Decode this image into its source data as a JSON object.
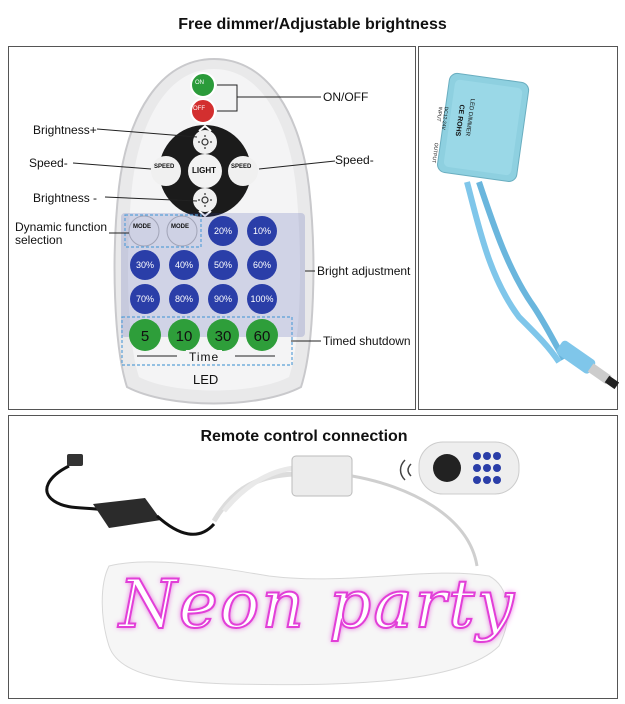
{
  "top_title": "Free dimmer/Adjustable brightness",
  "bottom_title": "Remote control connection",
  "remote": {
    "on_label": "ON",
    "off_label": "OFF",
    "light_label": "LIGHT",
    "speed_minus": "SPEED",
    "speed_plus": "SPEED",
    "mode_minus": "MODE",
    "mode_plus": "MODE",
    "brand": "LED",
    "time_label": "Time",
    "percent_buttons": [
      "10%",
      "20%",
      "30%",
      "40%",
      "50%",
      "60%",
      "70%",
      "80%",
      "90%",
      "100%"
    ],
    "timer_buttons": [
      "5",
      "10",
      "30",
      "60"
    ]
  },
  "callouts": {
    "on_off": "ON/OFF",
    "brightness_plus": "Brightness+",
    "speed_left": "Speed-",
    "speed_right": "Speed-",
    "brightness_minus": "Brightness -",
    "dynamic": "Dynamic function selection",
    "bright_adjust": "Bright adjustment",
    "timed_shutdown": "Timed shutdown"
  },
  "dimmer_box": {
    "line1": "LED DIMMER",
    "line2": "CE ROHS",
    "line3": "DC12-24V",
    "line4": "INPUT",
    "line5": "OUTPUT"
  },
  "neon_text": "Neon party",
  "colors": {
    "accent_blue": "#2a3ea8",
    "timer_green": "#2e9e3a",
    "neon_pink": "#e23fd8",
    "cable_blue": "#7fc6ea"
  }
}
